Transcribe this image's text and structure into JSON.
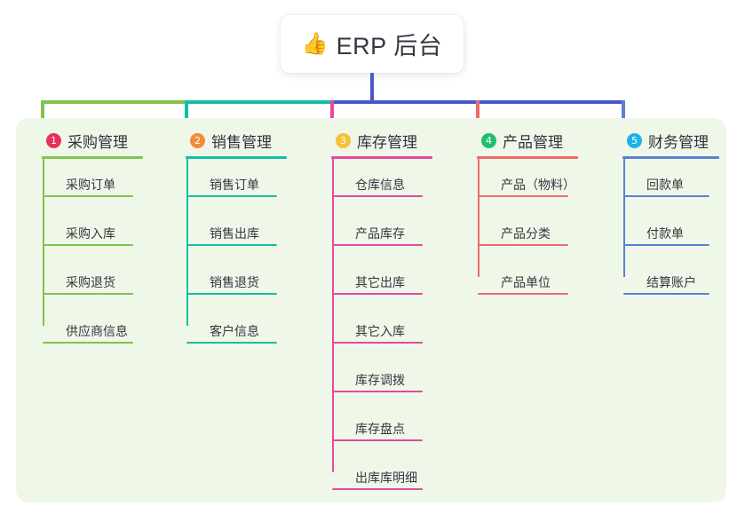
{
  "root": {
    "emoji": "👍",
    "emoji_name": "thumbs-up-icon",
    "title": "ERP 后台"
  },
  "colors": {
    "panel_bg": "#eff7e9",
    "page_bg": "#ffffff",
    "stem_center": "#4a57c8",
    "branch_green": "#82c34e",
    "branch_teal": "#13c0a2",
    "branch_pink": "#e8489c",
    "branch_salmon": "#f06a68",
    "branch_blue": "#5b7fd4",
    "title_text": "#2f333b"
  },
  "columns": [
    {
      "index": "1",
      "badge_color": "#e8315a",
      "line_color": "#82c34e",
      "title": "采购管理",
      "items": [
        "采购订单",
        "采购入库",
        "采购退货",
        "供应商信息"
      ]
    },
    {
      "index": "2",
      "badge_color": "#f08d3c",
      "line_color": "#13c0a2",
      "title": "销售管理",
      "items": [
        "销售订单",
        "销售出库",
        "销售退货",
        "客户信息"
      ]
    },
    {
      "index": "3",
      "badge_color": "#f5c13a",
      "line_color": "#e8489c",
      "title": "库存管理",
      "items": [
        "仓库信息",
        "产品库存",
        "其它出库",
        "其它入库",
        "库存调拨",
        "库存盘点",
        "出库库明细"
      ]
    },
    {
      "index": "4",
      "badge_color": "#1ec06a",
      "line_color": "#f06a68",
      "title": "产品管理",
      "items": [
        "产品（物料）",
        "产品分类",
        "产品单位"
      ]
    },
    {
      "index": "5",
      "badge_color": "#1bb4e8",
      "line_color": "#5b7fd4",
      "title": "财务管理",
      "items": [
        "回款单",
        "付款单",
        "结算账户"
      ]
    }
  ]
}
